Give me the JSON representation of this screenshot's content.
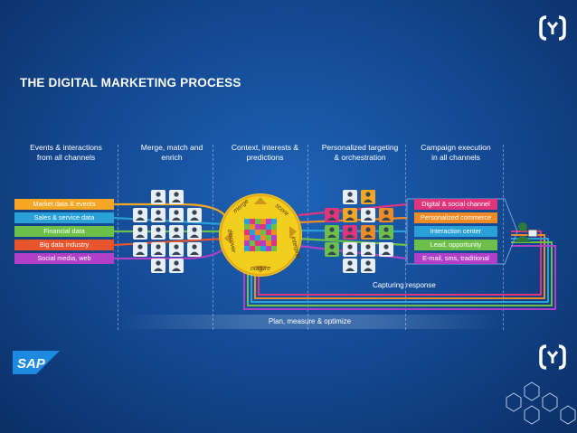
{
  "title": "THE DIGITAL MARKETING PROCESS",
  "columns": [
    {
      "label_line1": "Events & interactions",
      "label_line2": "from all channels"
    },
    {
      "label_line1": "Merge, match and",
      "label_line2": "enrich"
    },
    {
      "label_line1": "Context, interests &",
      "label_line2": "predictions"
    },
    {
      "label_line1": "Personalized targeting",
      "label_line2": "& orchestration"
    },
    {
      "label_line1": "Campaign execution",
      "label_line2": "in all channels"
    }
  ],
  "sources": [
    {
      "label": "Market data & events",
      "color": "#f5a623"
    },
    {
      "label": "Sales & service data",
      "color": "#2aa0d8"
    },
    {
      "label": "Financial data",
      "color": "#6cc04a"
    },
    {
      "label": "Big data industry",
      "color": "#e8542c"
    },
    {
      "label": "Social media, web",
      "color": "#b040c8"
    }
  ],
  "outputs": [
    {
      "label": "Digital & social channel",
      "color": "#e0357a"
    },
    {
      "label": "Personalized commerce",
      "color": "#f08a24"
    },
    {
      "label": "Interaction center",
      "color": "#2aa0d8"
    },
    {
      "label": "Lead, opportunity",
      "color": "#6cc04a"
    },
    {
      "label": "E-mail, sms, traditional",
      "color": "#b040c8"
    }
  ],
  "wheel_labels": [
    "merge",
    "score",
    "interpret",
    "nurture",
    "discover"
  ],
  "capturing_response": "Capturing response",
  "plan": "Plan, measure & optimize",
  "brand": {
    "logo_text": "SAP"
  },
  "colors": {
    "background": "#154c97",
    "pink": "#e0357a",
    "orange": "#f08a24",
    "blue": "#2aa0d8",
    "green": "#6cc04a",
    "purple": "#b040c8"
  }
}
